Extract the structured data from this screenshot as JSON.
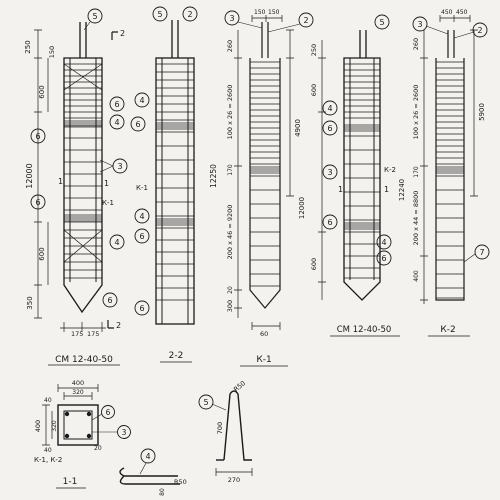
{
  "drawing": {
    "captions": {
      "sm": "СМ 12-40-50",
      "s22": "2-2",
      "k1": "К-1",
      "sm2": "СМ 12-40-50",
      "k2": "К-2",
      "s11": "1-1"
    },
    "callouts": {
      "c2": "2",
      "c3": "3",
      "c4": "4",
      "c5": "5",
      "c6": "6",
      "c7": "7"
    },
    "dims": {
      "v12000": "12000",
      "v600": "600",
      "v350": "350",
      "v250": "250",
      "v150": "150",
      "v175": "175",
      "v300": "300",
      "v60": "60",
      "v400": "400",
      "v320": "320",
      "v40": "40",
      "v20": "20",
      "v700": "700",
      "v270": "270",
      "v80": "80",
      "v12250": "12250",
      "v12240": "12240",
      "v4900": "4900",
      "v5900": "5900",
      "v450": "450",
      "v170": "170",
      "v260": "260",
      "r50": "R50",
      "sp100x26": "100 x 26 = 2600",
      "sp200x46": "200 x 46 = 9200",
      "sp200x44": "200 x 44 = 8800",
      "sp400": "400"
    },
    "section_marks": {
      "m1": "1",
      "m2": "2",
      "k1": "К-1",
      "k2": "К-2",
      "k1k2": "К-1, К-2"
    }
  }
}
